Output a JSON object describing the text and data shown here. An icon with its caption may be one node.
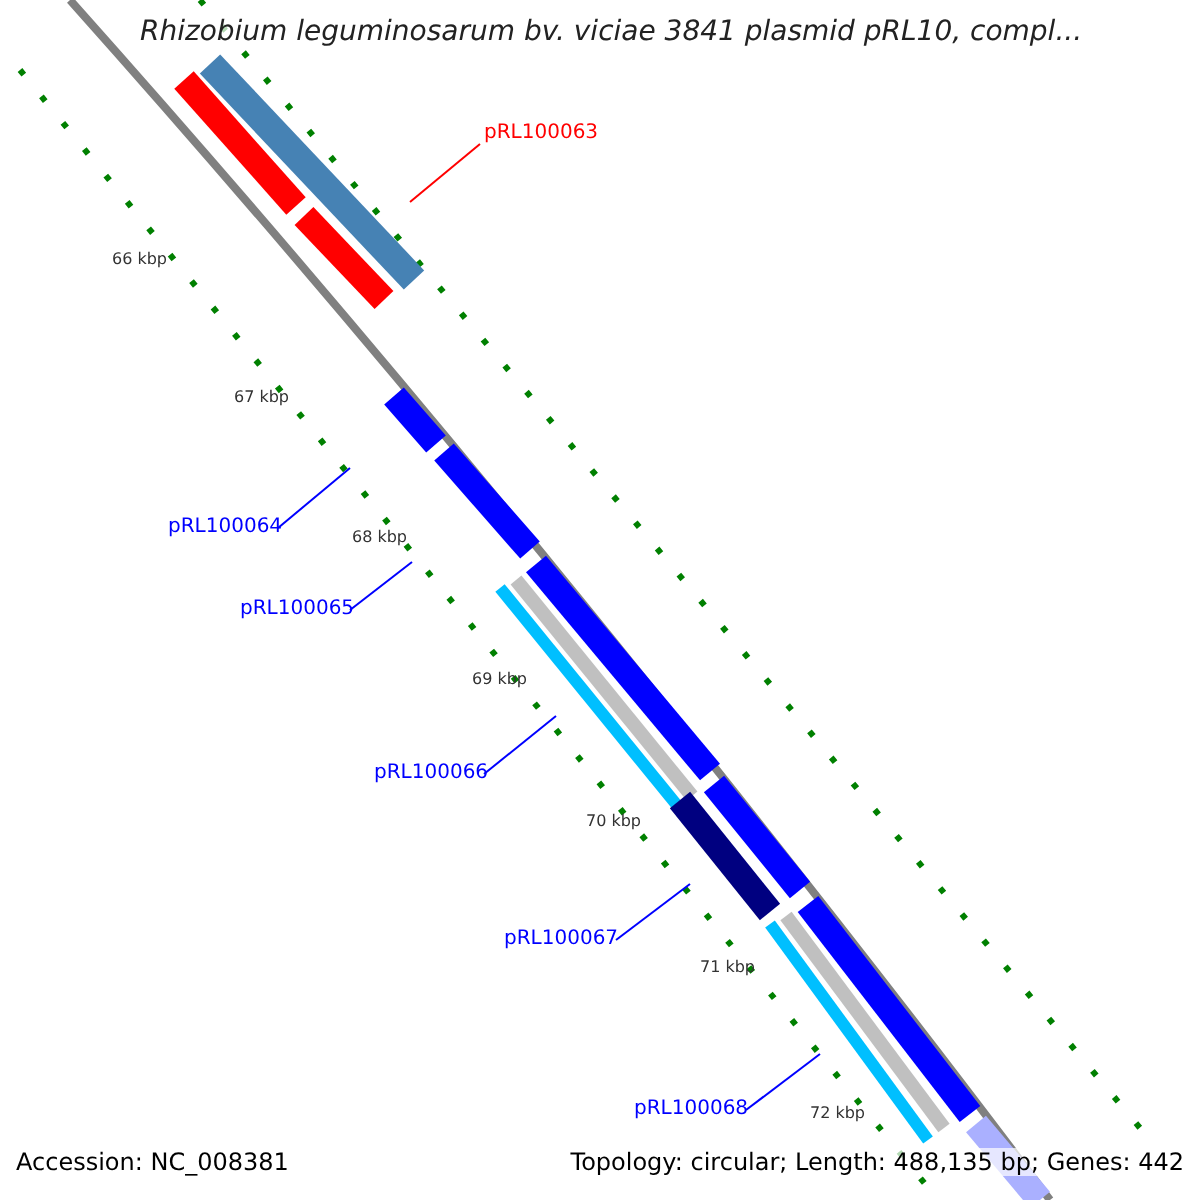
{
  "diagram": {
    "title": "Rhizobium leguminosarum bv. viciae 3841 plasmid pRL10, compl...",
    "nodes": [
      {
        "text": [
          "pRL100063"
        ]
      },
      {
        "text": [
          "pRL100064"
        ]
      },
      {
        "text": [
          "pRL100065"
        ]
      },
      {
        "text": [
          "pRL100066"
        ]
      },
      {
        "text": [
          "pRL100067"
        ]
      },
      {
        "text": [
          "pRL100068"
        ]
      }
    ],
    "edges": [
      {
        "from": 0,
        "to": null,
        "arrow": "none",
        "color": "#ff0000"
      },
      {
        "from": 1,
        "to": null,
        "arrow": "none"
      },
      {
        "from": 2,
        "to": null,
        "arrow": "none"
      },
      {
        "from": 3,
        "to": null,
        "arrow": "none"
      },
      {
        "from": 4,
        "to": null,
        "arrow": "none"
      },
      {
        "from": 5,
        "to": null,
        "arrow": "none"
      }
    ],
    "labels": [
      "66 kbp",
      "67 kbp",
      "68 kbp",
      "69 kbp",
      "70 kbp",
      "71 kbp",
      "72 kbp",
      "Accession: NC_008381",
      "Topology: circular; Length: 488,135 bp; Genes: 442"
    ]
  }
}
